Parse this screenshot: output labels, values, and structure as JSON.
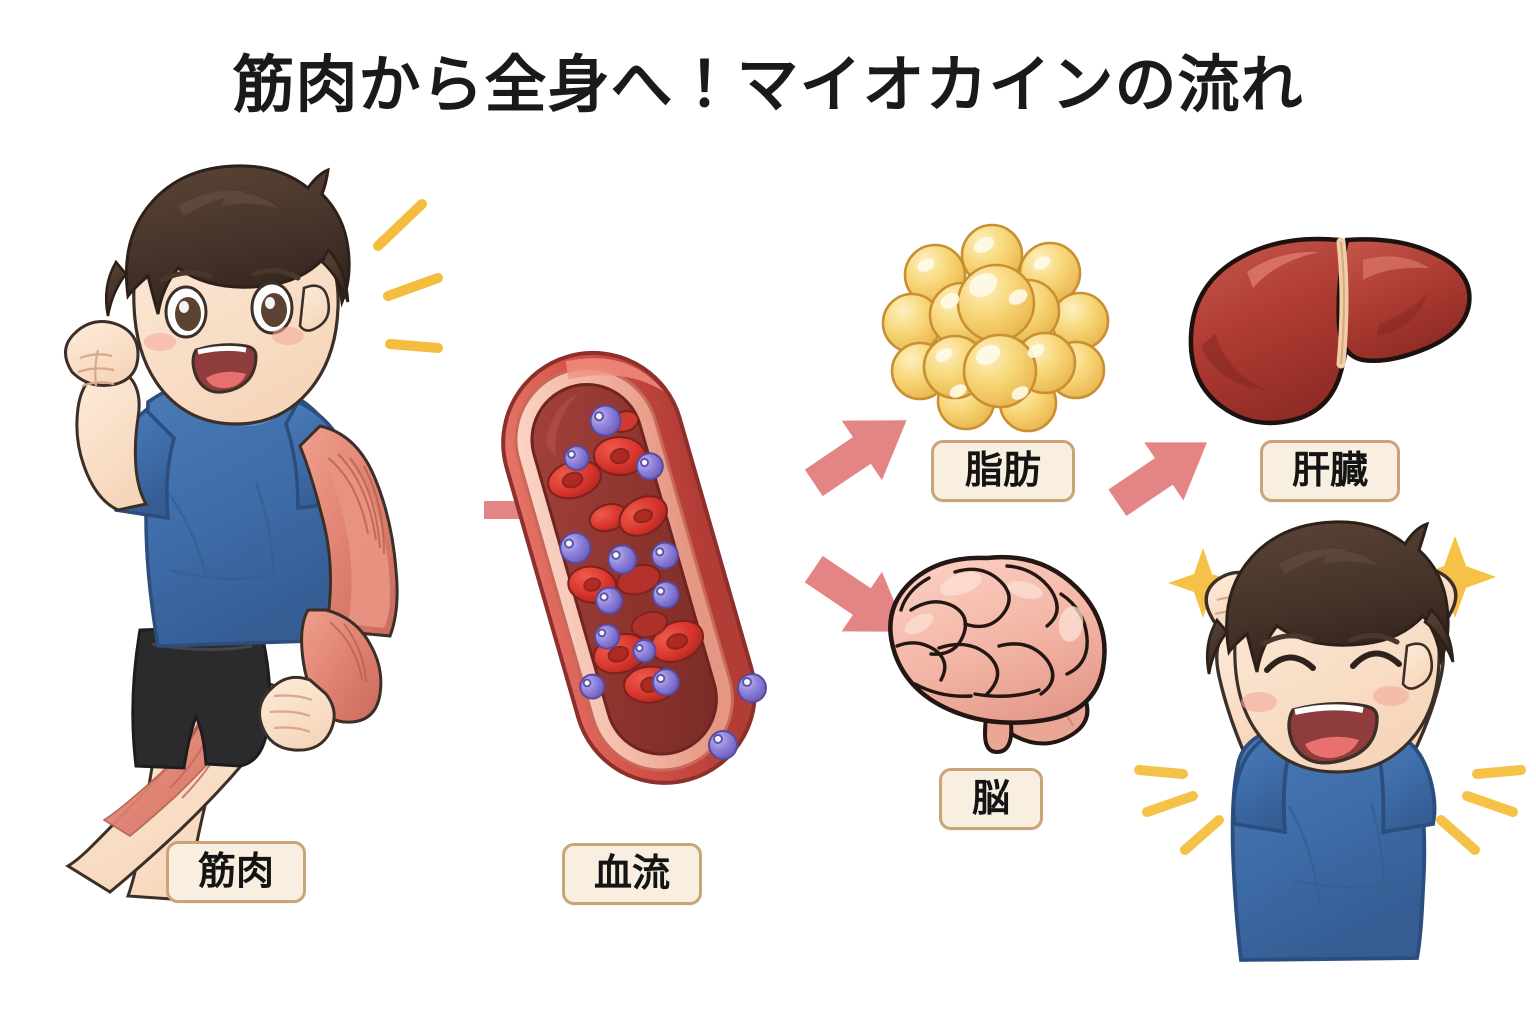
{
  "page": {
    "title": "筋肉から全身へ！マイオカインの流れ",
    "background_color": "#ffffff"
  },
  "labels": {
    "muscle": "筋肉",
    "blood": "血流",
    "fat": "脂肪",
    "liver": "肝臓",
    "brain": "脳"
  },
  "flow": {
    "steps": [
      {
        "id": "muscle",
        "label": "筋肉",
        "illustration": "running-boy-with-visible-arm-and-leg-muscles"
      },
      {
        "id": "blood",
        "label": "血流",
        "illustration": "blood-vessel-cross-section-with-red-blood-cells-and-purple-myokines"
      },
      {
        "id": "fat",
        "label": "脂肪",
        "illustration": "cluster-of-yellow-fat-cells"
      },
      {
        "id": "liver",
        "label": "肝臓",
        "illustration": "liver-organ"
      },
      {
        "id": "brain",
        "label": "脳",
        "illustration": "brain-organ"
      },
      {
        "id": "result",
        "label": "",
        "illustration": "cheering-boy-with-arms-raised-and-sparkles"
      }
    ],
    "arrows": [
      {
        "id": "muscle-to-blood",
        "direction": "right"
      },
      {
        "id": "blood-to-fat",
        "direction": "up-right"
      },
      {
        "id": "blood-to-brain",
        "direction": "down-right"
      },
      {
        "id": "fat-to-liver",
        "direction": "up-right"
      }
    ]
  },
  "colors": {
    "arrow": "#e48585",
    "chip_fill": "#f8efe1",
    "chip_border": "#c9a478",
    "title_text": "#1a1a1a",
    "shirt_blue": "#3e6da9",
    "shorts_black": "#2b2b2e",
    "hair_brown": "#4a372c",
    "skin": "#fbe2cc",
    "muscle_red": "#e08272",
    "vessel_outer": "#d9574a",
    "vessel_wall": "#f3b0a0",
    "vessel_lumen": "#9e3c33",
    "rbc_red": "#d8352c",
    "myokine_purple": "#8b7fd4",
    "fat_yellow": "#f6d375",
    "liver_red": "#b23a32",
    "brain_pink": "#f4b9ab",
    "spark_yellow": "#f5c247"
  }
}
